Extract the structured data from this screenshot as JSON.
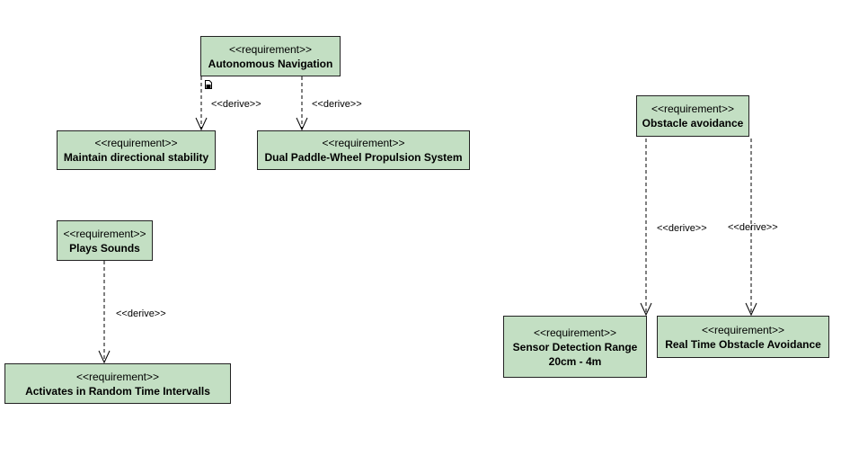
{
  "requirements": {
    "autonomous_navigation": {
      "stereotype": "<<requirement>>",
      "name": "Autonomous Navigation"
    },
    "maintain_directional_stability": {
      "stereotype": "<<requirement>>",
      "name": "Maintain directional stability"
    },
    "dual_paddle_wheel": {
      "stereotype": "<<requirement>>",
      "name": "Dual Paddle-Wheel Propulsion System"
    },
    "plays_sounds": {
      "stereotype": "<<requirement>>",
      "name": "Plays Sounds"
    },
    "activates_random": {
      "stereotype": "<<requirement>>",
      "name": "Activates in Random Time Intervalls"
    },
    "obstacle_avoidance": {
      "stereotype": "<<requirement>>",
      "name": "Obstacle avoidance"
    },
    "sensor_detection_range": {
      "stereotype": "<<requirement>>",
      "name": "Sensor Detection Range\n20cm - 4m"
    },
    "real_time_obstacle_avoidance": {
      "stereotype": "<<requirement>>",
      "name": "Real Time Obstacle Avoidance"
    }
  },
  "relations": {
    "nav_to_stability": "<<derive>>",
    "nav_to_paddle": "<<derive>>",
    "sounds_to_random": "<<derive>>",
    "obstacle_to_sensor": "<<derive>>",
    "obstacle_to_realtime": "<<derive>>"
  },
  "colors": {
    "requirement_fill": "#c3dfc3",
    "border": "#222222",
    "connector": "#000000"
  },
  "icons": {
    "note": "note-icon"
  }
}
